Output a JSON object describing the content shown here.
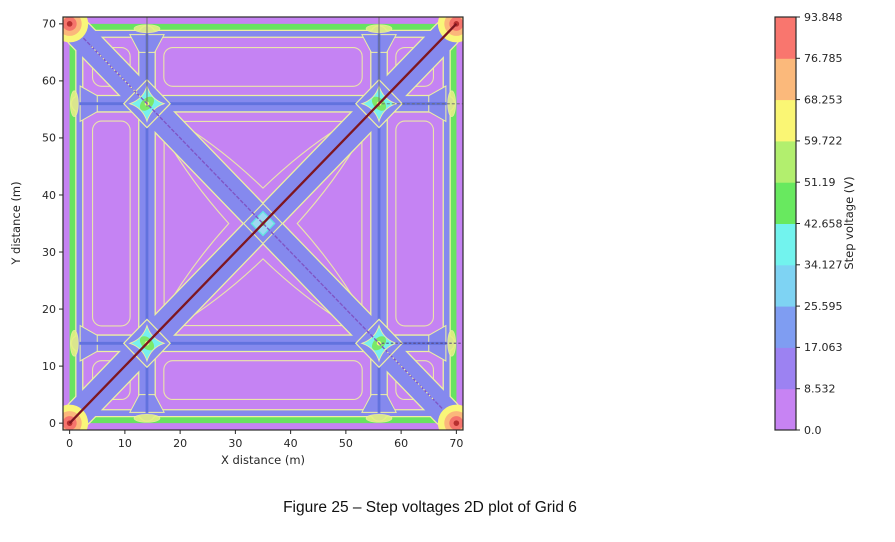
{
  "figure": {
    "caption": "Figure 25 – Step voltages 2D plot of Grid 6"
  },
  "chart_data": {
    "type": "heatmap",
    "subtype": "filled-contour",
    "title": "",
    "xlabel": "X distance (m)",
    "ylabel": "Y distance (m)",
    "xticks": [
      "0",
      "10",
      "20",
      "30",
      "40",
      "50",
      "60",
      "70"
    ],
    "xtick_values": [
      0,
      10,
      20,
      30,
      40,
      50,
      60,
      70
    ],
    "yticks": [
      "0",
      "10",
      "20",
      "30",
      "40",
      "50",
      "60",
      "70"
    ],
    "ytick_values": [
      0,
      10,
      20,
      30,
      40,
      50,
      60,
      70
    ],
    "xlim": [
      0,
      70
    ],
    "ylim": [
      0,
      70
    ],
    "grid": false,
    "legend_position": "none",
    "colorbar": {
      "label": "Step voltage (V)",
      "tick_labels": [
        "0.0",
        "8.532",
        "17.063",
        "25.595",
        "34.127",
        "42.658",
        "51.19",
        "59.722",
        "68.253",
        "76.785",
        "93.848"
      ],
      "tick_values": [
        0,
        8.532,
        17.063,
        25.595,
        34.127,
        42.658,
        51.19,
        59.722,
        68.253,
        76.785,
        93.848
      ],
      "segment_colors_bottom_to_top": [
        "#c783f3",
        "#9c82f2",
        "#7f9df2",
        "#7ed3f3",
        "#72f3ee",
        "#68e95f",
        "#b2ef6e",
        "#faf674",
        "#fbb97b",
        "#f9766e"
      ]
    },
    "field": {
      "value_range_v": [
        0,
        93.848
      ],
      "grid_conductor_positions_m": {
        "x": [
          0,
          14,
          56,
          70
        ],
        "y": [
          0,
          14,
          56,
          70
        ]
      },
      "peak_corners_m": [
        [
          0,
          0
        ],
        [
          70,
          0
        ],
        [
          0,
          70
        ],
        [
          70,
          70
        ]
      ],
      "saddle_hotspots_m": [
        [
          14,
          14
        ],
        [
          14,
          56
        ],
        [
          56,
          56
        ],
        [
          56,
          14
        ]
      ],
      "center_hotspot_m": [
        35,
        35
      ],
      "profile_line": {
        "from": [
          0,
          0
        ],
        "to": [
          70,
          70
        ]
      }
    },
    "colors": {
      "field_bg": "#c583f3",
      "band_blue": "#8589ee",
      "band_core": "#6272de",
      "contour_yellow": "#eef0a2",
      "frame_green": "#68e361",
      "frame_green_light": "#a6ee84",
      "hotspot_cyan": "#77f0ee",
      "hotspot_green": "#7be868",
      "hotspot_dot": "#f6f67e",
      "center_fill": "#9ed8f2",
      "center_stroke": "#62e8e0",
      "corner_yellow": "#f9f679",
      "corner_orange": "#fbb77b",
      "corner_red": "#f5746c",
      "corner_core": "#b83030",
      "profile_red": "#7e1620",
      "valley_purple": "#7f53c3",
      "overlay_gray": "#6e6e6e",
      "overlay_dark": "#5a4a80",
      "axis_color": "#262626",
      "border_blob": "#e4f183"
    }
  }
}
